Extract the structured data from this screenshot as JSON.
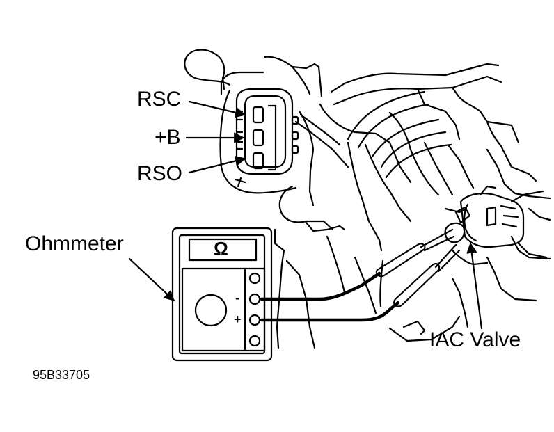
{
  "labels": {
    "rsc": "RSC",
    "plus_b": "+B",
    "rso": "RSO",
    "ohmmeter": "Ohmmeter",
    "iac_valve": "IAC Valve",
    "figure_code": "95B33705"
  },
  "meter": {
    "display_symbol": "Ω",
    "minus_mark": "-",
    "plus_mark": "+"
  }
}
